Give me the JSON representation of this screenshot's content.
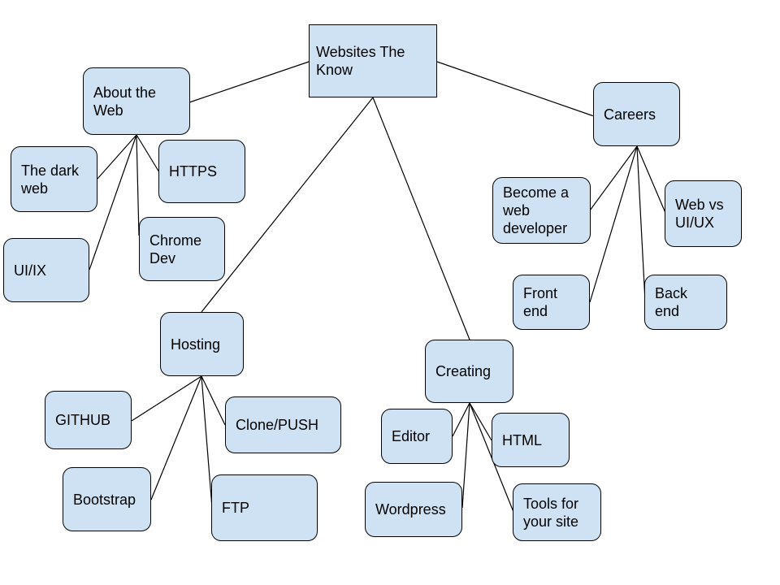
{
  "diagram": {
    "nodes": {
      "root": "Websites The\nKnow",
      "about_web": "About the\nWeb",
      "dark_web": "The dark\nweb",
      "https": "HTTPS",
      "chrome_dev": "Chrome\nDev",
      "uiix": "UI/IX",
      "hosting": "Hosting",
      "github": "GITHUB",
      "clone_push": "Clone/PUSH",
      "bootstrap": "Bootstrap",
      "ftp": "FTP",
      "creating": "Creating",
      "editor": "Editor",
      "html": "HTML",
      "wordpress": "Wordpress",
      "tools": "Tools for\nyour site",
      "careers": "Careers",
      "become_dev": "Become a\nweb\ndeveloper",
      "web_vs_uiux": "Web vs\nUI/UX",
      "front_end": "Front\nend",
      "back_end": "Back\nend"
    },
    "colors": {
      "node_fill": "#cfe2f3",
      "node_border": "#000000",
      "connector": "#000000"
    }
  }
}
